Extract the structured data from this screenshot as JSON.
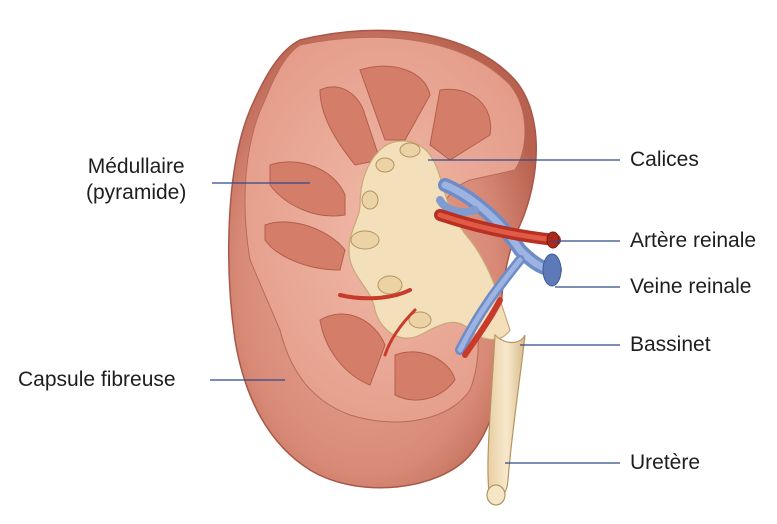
{
  "labels": {
    "medullaire_line1": "Médullaire",
    "medullaire_line2": "(pyramide)",
    "capsule": "Capsule fibreuse",
    "calices": "Calices",
    "artere": "Artère reinale",
    "veine": "Veine reinale",
    "bassinet": "Bassinet",
    "uretere": "Uretère"
  },
  "colors": {
    "leader_line": "#2d4a8a",
    "capsule": "#d98c7a",
    "cortex": "#e7a594",
    "medulla": "#d4806c",
    "pelvis": "#f1dcb4",
    "artery": "#c83a2a",
    "vein": "#7f9bd0"
  }
}
